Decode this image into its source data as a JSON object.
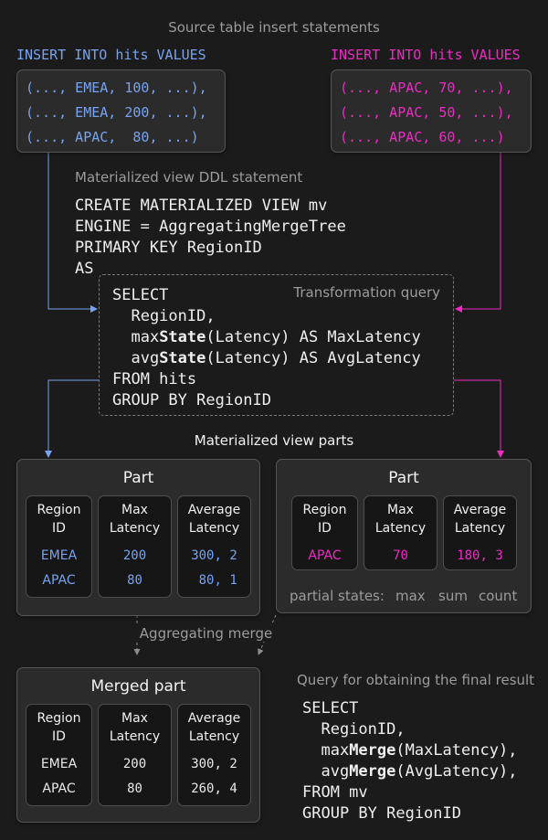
{
  "source_title": "Source table insert statements",
  "insert_left": {
    "header": "INSERT INTO hits VALUES",
    "rows": [
      "(..., EMEA, 100, ...),",
      "(..., EMEA, 200, ...),",
      "(..., APAC,  80, ...)"
    ]
  },
  "insert_right": {
    "header": "INSERT INTO hits VALUES",
    "rows": [
      "(..., APAC, 70, ...),",
      "(..., APAC, 50, ...),",
      "(..., APAC, 60, ...)"
    ]
  },
  "ddl_title": "Materialized view DDL statement",
  "ddl_lines": [
    "CREATE MATERIALIZED VIEW mv",
    "ENGINE = AggregatingMergeTree",
    "PRIMARY KEY RegionID",
    "AS"
  ],
  "transform": {
    "label": "Transformation query",
    "line1": "SELECT",
    "line2": "  RegionID,",
    "line3_a": "  max",
    "line3_b": "State",
    "line3_c": "(Latency) AS MaxLatency",
    "line4_a": "  avg",
    "line4_b": "State",
    "line4_c": "(Latency) AS AvgLatency",
    "line5": "FROM hits",
    "line6": "GROUP BY RegionID"
  },
  "mv_parts_title": "Materialized view parts",
  "col_headers": {
    "region": [
      "Region",
      "ID"
    ],
    "max": [
      "Max",
      "Latency"
    ],
    "avg": [
      "Average",
      "Latency"
    ]
  },
  "part_left": {
    "title": "Part",
    "region": [
      "EMEA",
      "APAC"
    ],
    "max": [
      "200",
      "80"
    ],
    "avg": [
      "300, 2",
      " 80, 1"
    ]
  },
  "part_right": {
    "title": "Part",
    "region": [
      "APAC"
    ],
    "max": [
      "70"
    ],
    "avg": [
      "180, 3"
    ],
    "partial_label": "partial states:",
    "partial_max": "max",
    "partial_sum": "sum",
    "partial_count": "count"
  },
  "aggregating_merge": "Aggregating merge",
  "merged_part": {
    "title": "Merged part",
    "region": [
      "EMEA",
      "APAC"
    ],
    "max": [
      "200",
      "80"
    ],
    "avg": [
      "300, 2",
      "260, 4"
    ]
  },
  "final_query": {
    "title": "Query for obtaining the final result",
    "line1": "SELECT",
    "line2": "  RegionID,",
    "line3_a": "  max",
    "line3_b": "Merge",
    "line3_c": "(MaxLatency),",
    "line4_a": "  avg",
    "line4_b": "Merge",
    "line4_c": "(AvgLatency),",
    "line5": "FROM mv",
    "line6": "GROUP BY RegionID"
  },
  "colors": {
    "background": "#1b1b1b",
    "blue": "#77a3f0",
    "pink": "#ee2bc4",
    "grey_text": "#9c9c9c"
  }
}
